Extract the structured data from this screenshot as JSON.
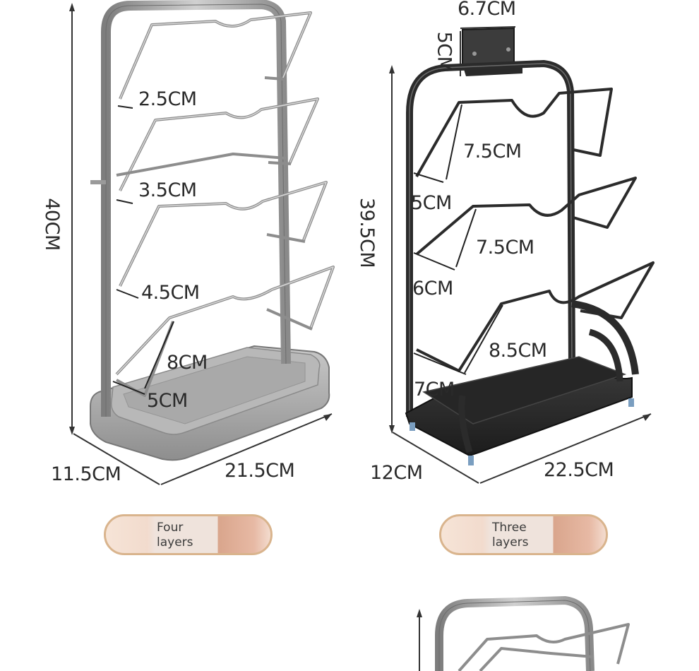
{
  "left_rack": {
    "height": "40CM",
    "depth": "11.5CM",
    "width": "21.5CM",
    "spacing": [
      "2.5CM",
      "3.5CM",
      "4.5CM",
      "5CM"
    ],
    "slot": "8CM"
  },
  "right_rack": {
    "bracket_width": "6.7CM",
    "bracket_height": "5CM",
    "height": "39.5CM",
    "depth": "12CM",
    "width": "22.5CM",
    "slots": [
      "7.5CM",
      "7.5CM",
      "8.5CM"
    ],
    "spacing": [
      "5CM",
      "6CM",
      "7CM"
    ]
  },
  "options": [
    {
      "label": "Four layers"
    },
    {
      "label": "Three layers"
    }
  ],
  "colors": {
    "steel": "#9a9a9a",
    "black_frame": "#2b2b2b",
    "pill_border": "#d9b48d"
  }
}
